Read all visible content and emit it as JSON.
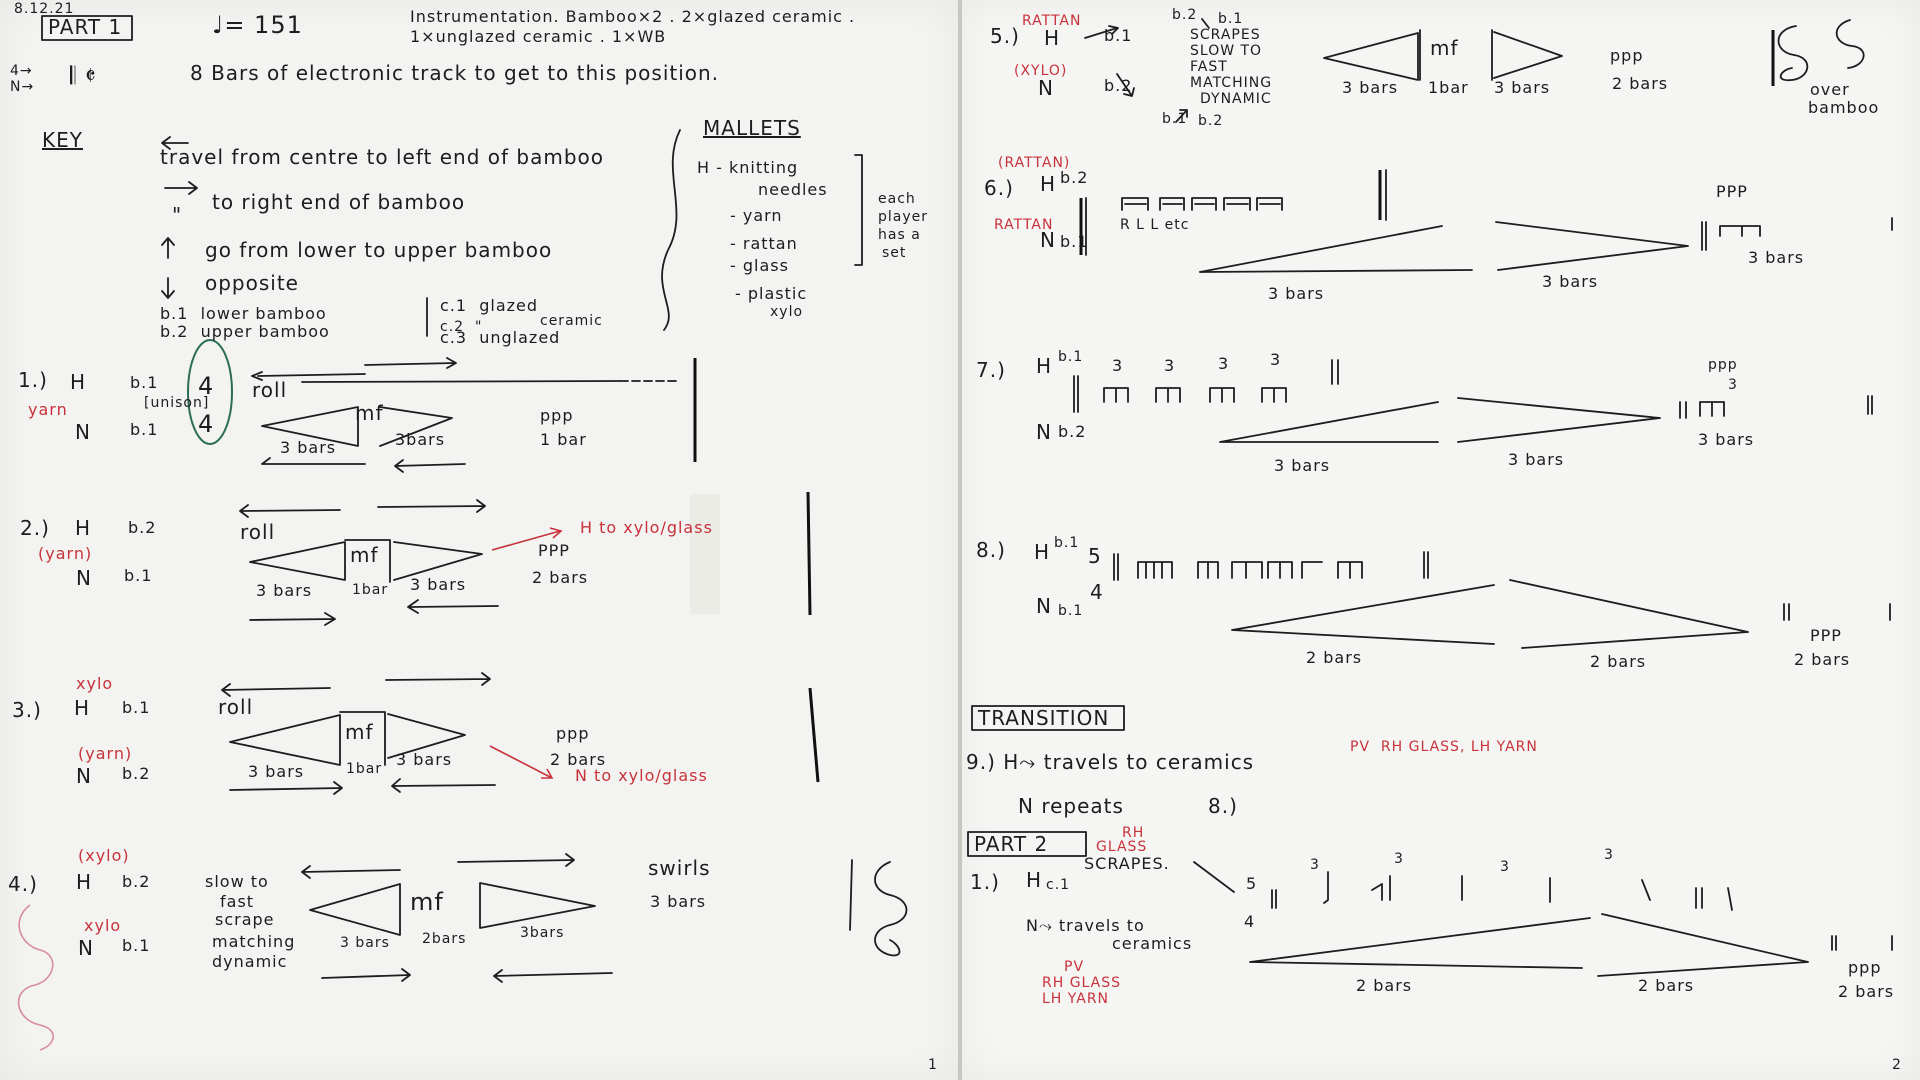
{
  "page1": {
    "date": "8.12.21",
    "part": "PART 1",
    "tempo": "♩= 151",
    "instrumentation": [
      "Instrumentation. Bamboo×2 . 2×glazed ceramic .",
      "1×unglazed ceramic . 1×WB"
    ],
    "time_sig": "𝄃 𝄵",
    "staff_labels": [
      "4→",
      "N→"
    ],
    "intro": "8 Bars of electronic track to get to this position.",
    "key": {
      "title": "KEY",
      "lines": [
        "travel from centre to left end of bamboo",
        "to right end of bamboo",
        "go from lower to upper bamboo",
        "opposite",
        "b.1  lower bamboo",
        "b.2  upper bamboo"
      ],
      "ceramics": [
        "c.1  glazed",
        "ceramic",
        "c.2  \"",
        "c.3  unglazed"
      ],
      "ditto": "\""
    },
    "mallets": {
      "title": "MALLETS",
      "items": [
        "H - knitting",
        "needles",
        "- yarn",
        "- rattan",
        "- glass",
        "- plastic",
        "xylo"
      ],
      "note": [
        "each",
        "player",
        "has a",
        "set"
      ]
    },
    "sections": [
      {
        "num": "1.)",
        "h": "H",
        "hb": "b.1",
        "hn": "yarn",
        "n": "N",
        "nb": "b.1",
        "unison": "[unison]",
        "meter": [
          "4",
          "4"
        ],
        "roll": "roll",
        "dyn": "mf",
        "bars": [
          "3 bars",
          "3bars"
        ],
        "end_dyn": "ppp",
        "end_bars": "1 bar"
      },
      {
        "num": "2.)",
        "h": "H",
        "hb": "b.2",
        "hn": "(yarn)",
        "n": "N",
        "nb": "b.1",
        "roll": "roll",
        "dyn": "mf",
        "bars": [
          "3 bars",
          "1bar",
          "3 bars"
        ],
        "end_dyn": "PPP",
        "end_bars": "2 bars",
        "note": "H to xylo/glass"
      },
      {
        "num": "3.)",
        "h": "H",
        "hb": "b.1",
        "hpre": "xylo",
        "hn": "(yarn)",
        "n": "N",
        "nb": "b.2",
        "roll": "roll",
        "dyn": "mf",
        "bars": [
          "3 bars",
          "1bar",
          "3 bars"
        ],
        "end_dyn": "ppp",
        "end_bars": "2 bars",
        "note": "N to xylo/glass"
      },
      {
        "num": "4.)",
        "h": "H",
        "hb": "b.2",
        "hpre": "(xylo)",
        "hn": "xylo",
        "n": "N",
        "nb": "b.1",
        "text": [
          "slow to",
          "fast",
          "scrape",
          "matching",
          "dynamic"
        ],
        "dyn": "mf",
        "bars": [
          "3 bars",
          "2bars",
          "3bars"
        ],
        "end": "swirls",
        "end_bars": "3 bars"
      }
    ],
    "page_no": "1"
  },
  "page2": {
    "sections": [
      {
        "num": "5.)",
        "pre": "RATTAN",
        "h": "H",
        "hb": "b.1",
        "n": "N",
        "npre": "(XYLO)",
        "nb": "b.2",
        "scrape": [
          "SCRAPES",
          "SLOW TO",
          "FAST",
          "MATCHING",
          "DYNAMIC"
        ],
        "b_labels": [
          "b.2",
          "b.1",
          "b.1",
          "b.2"
        ],
        "dyn": "mf",
        "bars": [
          "3 bars",
          "1bar",
          "3 bars"
        ],
        "end_dyn": "ppp",
        "end_bars": "2 bars",
        "swirl_note": [
          "over",
          "bamboo"
        ]
      },
      {
        "num": "6.)",
        "pre": "(RATTAN)",
        "h": "H",
        "hb": "b.2",
        "npre": "RATTAN",
        "n": "N",
        "nb": "b.1",
        "sticking": "R L L etc",
        "bars": [
          "3 bars",
          "3 bars"
        ],
        "end_dyn": "PPP",
        "end_bars": "3 bars"
      },
      {
        "num": "7.)",
        "h": "H",
        "hb": "b.1",
        "n": "N",
        "nb": "b.2",
        "triplets": [
          "3",
          "3",
          "3",
          "3"
        ],
        "bars": [
          "3 bars",
          "3 bars"
        ],
        "end_dyn": "ppp",
        "end_trip": "3",
        "end_bars": "3 bars"
      },
      {
        "num": "8.)",
        "h": "H",
        "hb": "b.1",
        "meter": [
          "5",
          "4"
        ],
        "n": "N",
        "nb": "b.1",
        "bars": [
          "2 bars",
          "2 bars"
        ],
        "end_dyn": "PPP",
        "end_bars": "2 bars"
      }
    ],
    "transition": {
      "title": "TRANSITION",
      "line1": "9.) H⤳ travels to ceramics",
      "line1_red": "PV  RH GLASS, LH YARN",
      "line2": "N repeats",
      "line2b": "8.)"
    },
    "part2": {
      "title": "PART 2",
      "red": [
        "RH",
        "GLASS"
      ],
      "num": "1.)",
      "h": "H",
      "hb": "c.1",
      "scrapes": "SCRAPES.",
      "meter": [
        "5",
        "4"
      ],
      "triplets": [
        "3",
        "3",
        "3",
        "3"
      ],
      "n_line": [
        "N⤳ travels to",
        "ceramics"
      ],
      "red_n": [
        "PV",
        "RH GLASS",
        "LH YARN"
      ],
      "bars": [
        "2 bars",
        "2 bars"
      ],
      "end_dyn": "ppp",
      "end_bars": "2 bars"
    },
    "page_no": "2"
  }
}
